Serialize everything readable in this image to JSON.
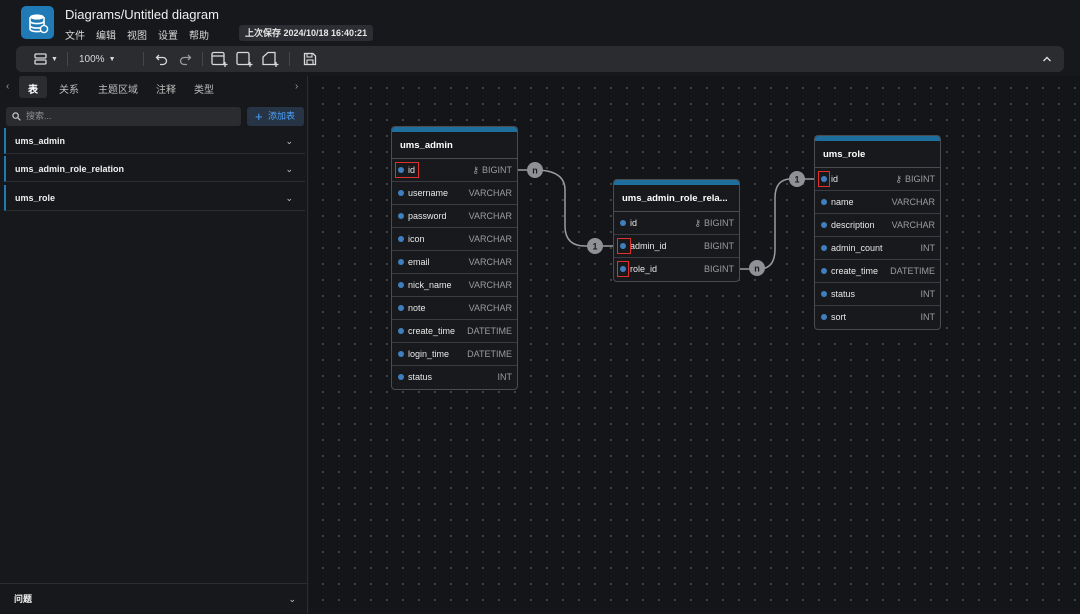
{
  "app": {
    "title": "Diagrams/Untitled diagram",
    "menu": [
      "文件",
      "编辑",
      "视图",
      "设置",
      "帮助"
    ],
    "last_saved": "上次保存 2024/10/18 16:40:21"
  },
  "toolbar": {
    "zoom": "100%",
    "icons": [
      "layout-icon",
      "undo-icon",
      "redo-icon",
      "add-table-icon",
      "add-area-icon",
      "add-note-icon",
      "save-icon",
      "collapse-icon"
    ]
  },
  "sidebar": {
    "tabs": [
      "表",
      "关系",
      "主题区域",
      "注释",
      "类型"
    ],
    "search_placeholder": "搜索...",
    "add_table_label": "添加表",
    "tables": [
      "ums_admin",
      "ums_admin_role_relation",
      "ums_role"
    ],
    "issues_label": "问题"
  },
  "diagram": {
    "tables": [
      {
        "name": "ums_admin",
        "fields": [
          {
            "name": "id",
            "type": "BIGINT",
            "key": true
          },
          {
            "name": "username",
            "type": "VARCHAR"
          },
          {
            "name": "password",
            "type": "VARCHAR"
          },
          {
            "name": "icon",
            "type": "VARCHAR"
          },
          {
            "name": "email",
            "type": "VARCHAR"
          },
          {
            "name": "nick_name",
            "type": "VARCHAR"
          },
          {
            "name": "note",
            "type": "VARCHAR"
          },
          {
            "name": "create_time",
            "type": "DATETIME"
          },
          {
            "name": "login_time",
            "type": "DATETIME"
          },
          {
            "name": "status",
            "type": "INT"
          }
        ]
      },
      {
        "name": "ums_admin_role_rela...",
        "fields": [
          {
            "name": "id",
            "type": "BIGINT",
            "key": true
          },
          {
            "name": "admin_id",
            "type": "BIGINT"
          },
          {
            "name": "role_id",
            "type": "BIGINT"
          }
        ]
      },
      {
        "name": "ums_role",
        "fields": [
          {
            "name": "id",
            "type": "BIGINT",
            "key": true
          },
          {
            "name": "name",
            "type": "VARCHAR"
          },
          {
            "name": "description",
            "type": "VARCHAR"
          },
          {
            "name": "admin_count",
            "type": "INT"
          },
          {
            "name": "create_time",
            "type": "DATETIME"
          },
          {
            "name": "status",
            "type": "INT"
          },
          {
            "name": "sort",
            "type": "INT"
          }
        ]
      }
    ],
    "relations": [
      {
        "from": "ums_admin.id",
        "to": "ums_admin_role_relation.admin_id",
        "from_card": "n",
        "to_card": "1"
      },
      {
        "from": "ums_admin_role_relation.role_id",
        "to": "ums_role.id",
        "from_card": "n",
        "to_card": "1"
      }
    ],
    "colors": {
      "header_accent": "#1f6f9e",
      "highlight": "#e0302b",
      "field_dot": "#3f7fc0"
    }
  }
}
